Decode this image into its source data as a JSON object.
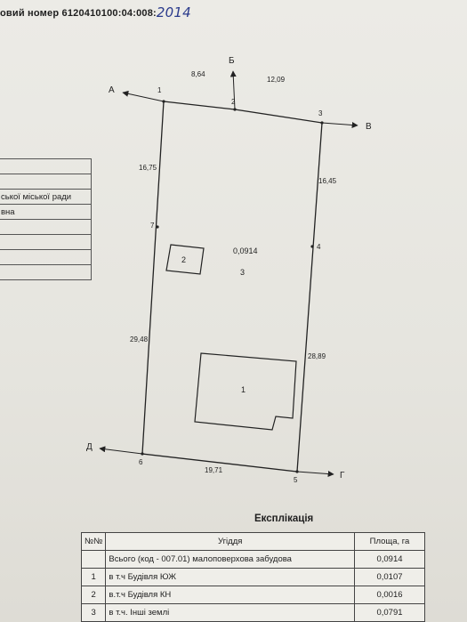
{
  "header": {
    "label": "овий номер",
    "cadastral_number": "6120410100:04:008:",
    "handwritten": "2014"
  },
  "left_table": {
    "rows": [
      "",
      "",
      "ської міської ради",
      "вна",
      "",
      "",
      "",
      ""
    ]
  },
  "plan": {
    "directions": {
      "A": "А",
      "B": "Б",
      "V": "В",
      "G": "Г",
      "D": "Д"
    },
    "points": {
      "p1": "1",
      "p2": "2",
      "p3": "3",
      "p4": "4",
      "p5": "5",
      "p6": "6",
      "p7": "7"
    },
    "dimensions": {
      "d12": "8,64",
      "d23": "12,09",
      "d17": "16,75",
      "d34": "16,45",
      "d76": "29,48",
      "d45": "28,89",
      "d65": "19,71"
    },
    "parcel_area": "0,0914",
    "land_label": "3",
    "building_labels": {
      "b1": "1",
      "b2": "2"
    }
  },
  "explication": {
    "title": "Експлікація",
    "headers": {
      "num": "№№",
      "land": "Угіддя",
      "area": "Площа, га"
    },
    "rows": [
      {
        "num": "",
        "land": "Всього (код - 007.01) малоповерхова забудова",
        "area": "0,0914"
      },
      {
        "num": "1",
        "land": "в т.ч Будівля ЮЖ",
        "area": "0,0107"
      },
      {
        "num": "2",
        "land": "в.т.ч Будівля КН",
        "area": "0,0016"
      },
      {
        "num": "3",
        "land": "в т.ч. Інші землі",
        "area": "0,0791"
      }
    ]
  }
}
